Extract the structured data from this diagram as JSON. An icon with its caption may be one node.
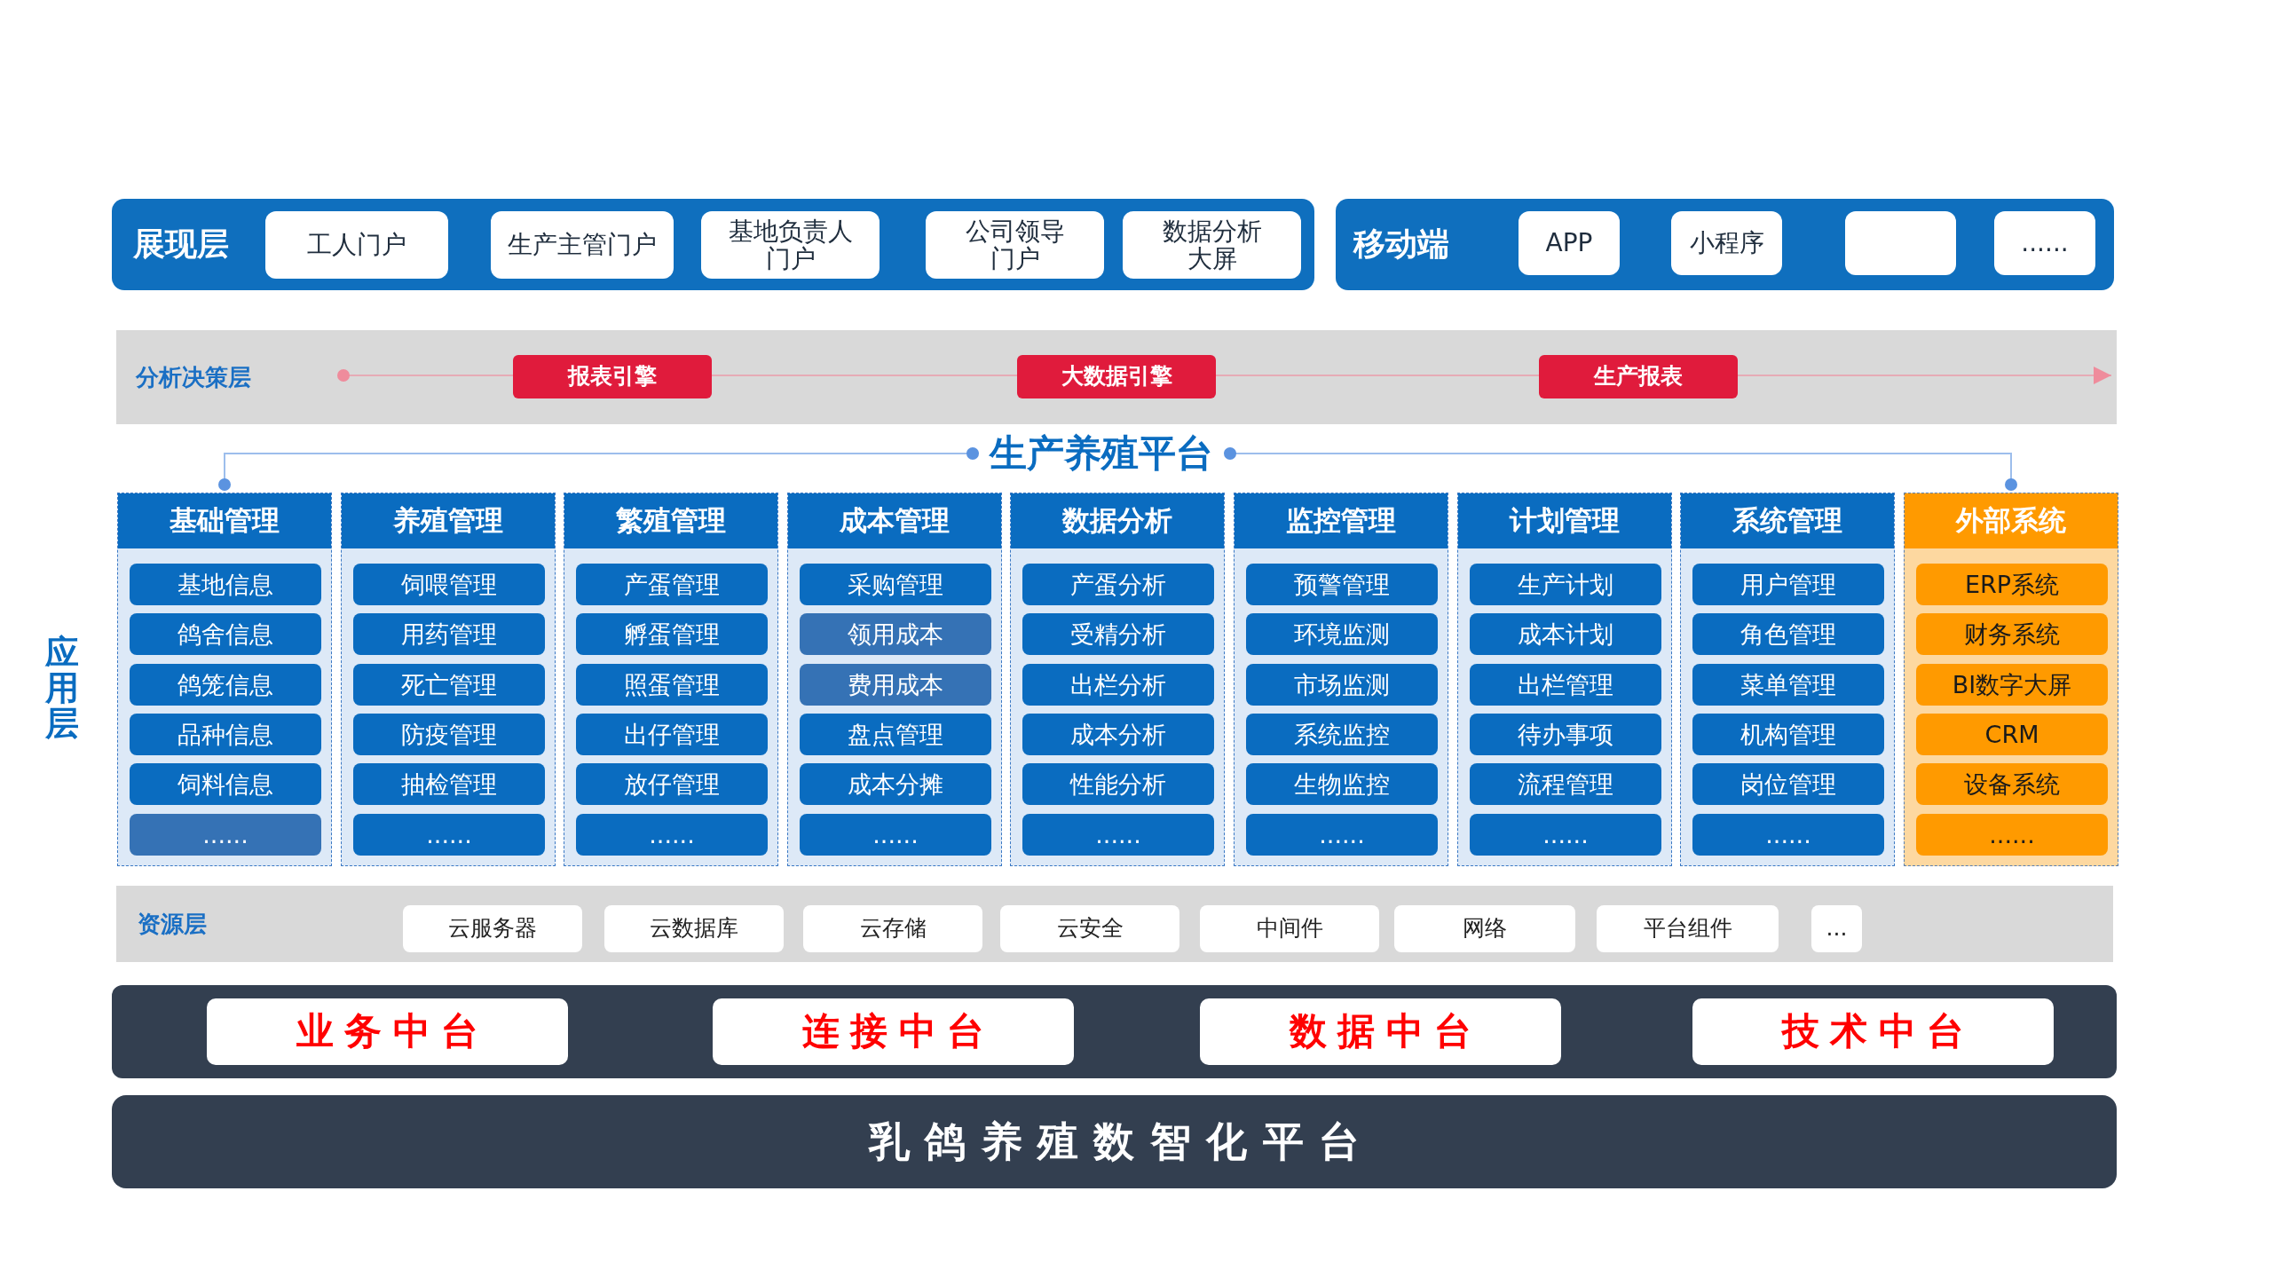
{
  "diagram": {
    "nodes": [
      {
        "text": [
          "展现层"
        ]
      },
      {
        "text": [
          "工人门户"
        ],
        "in": 0
      },
      {
        "text": [
          "生产主管门户"
        ],
        "in": 0
      },
      {
        "text": [
          "基地负责人门户"
        ],
        "in": 0
      },
      {
        "text": [
          "公司领导门户"
        ],
        "in": 0
      },
      {
        "text": [
          "数据分析大屏"
        ],
        "in": 0
      },
      {
        "text": [
          "移动端"
        ]
      },
      {
        "text": [
          "APP"
        ],
        "in": 6
      },
      {
        "text": [
          "小程序"
        ],
        "in": 6
      },
      {
        "text": [],
        "shape": "box",
        "in": 6
      },
      {
        "text": [
          "......"
        ],
        "in": 6
      },
      {
        "text": [
          "分析决策层"
        ]
      },
      {
        "text": [
          "报表引擎"
        ],
        "in": 11
      },
      {
        "text": [
          "大数据引擎"
        ],
        "in": 11
      },
      {
        "text": [
          "生产报表"
        ],
        "in": 11
      },
      {
        "text": [
          "生产养殖平台"
        ]
      },
      {
        "text": [
          "基础管理"
        ]
      },
      {
        "text": [
          "基地信息"
        ],
        "in": 16
      },
      {
        "text": [
          "鸽舍信息"
        ],
        "in": 16
      },
      {
        "text": [
          "鸽笼信息"
        ],
        "in": 16
      },
      {
        "text": [
          "品种信息"
        ],
        "in": 16
      },
      {
        "text": [
          "饲料信息"
        ],
        "in": 16
      },
      {
        "text": [
          "......"
        ],
        "in": 16
      },
      {
        "text": [
          "养殖管理"
        ]
      },
      {
        "text": [
          "饲喂管理"
        ],
        "in": 23
      },
      {
        "text": [
          "用药管理"
        ],
        "in": 23
      },
      {
        "text": [
          "死亡管理"
        ],
        "in": 23
      },
      {
        "text": [
          "防疫管理"
        ],
        "in": 23
      },
      {
        "text": [
          "抽检管理"
        ],
        "in": 23
      },
      {
        "text": [
          "......"
        ],
        "in": 23
      },
      {
        "text": [
          "繁殖管理"
        ]
      },
      {
        "text": [
          "产蛋管理"
        ],
        "in": 30
      },
      {
        "text": [
          "孵蛋管理"
        ],
        "in": 30
      },
      {
        "text": [
          "照蛋管理"
        ],
        "in": 30
      },
      {
        "text": [
          "出仔管理"
        ],
        "in": 30
      },
      {
        "text": [
          "放仔管理"
        ],
        "in": 30
      },
      {
        "text": [
          "......"
        ],
        "in": 30
      },
      {
        "text": [
          "成本管理"
        ]
      },
      {
        "text": [
          "采购管理"
        ],
        "in": 37
      },
      {
        "text": [
          "领用成本"
        ],
        "in": 37
      },
      {
        "text": [
          "费用成本"
        ],
        "in": 37
      },
      {
        "text": [
          "盘点管理"
        ],
        "in": 37
      },
      {
        "text": [
          "成本分摊"
        ],
        "in": 37
      },
      {
        "text": [
          "......"
        ],
        "in": 37
      },
      {
        "text": [
          "数据分析"
        ]
      },
      {
        "text": [
          "产蛋分析"
        ],
        "in": 44
      },
      {
        "text": [
          "受精分析"
        ],
        "in": 44
      },
      {
        "text": [
          "出栏分析"
        ],
        "in": 44
      },
      {
        "text": [
          "成本分析"
        ],
        "in": 44
      },
      {
        "text": [
          "性能分析"
        ],
        "in": 44
      },
      {
        "text": [
          "......"
        ],
        "in": 44
      },
      {
        "text": [
          "监控管理"
        ]
      },
      {
        "text": [
          "预警管理"
        ],
        "in": 51
      },
      {
        "text": [
          "环境监测"
        ],
        "in": 51
      },
      {
        "text": [
          "市场监测"
        ],
        "in": 51
      },
      {
        "text": [
          "系统监控"
        ],
        "in": 51
      },
      {
        "text": [
          "生物监控"
        ],
        "in": 51
      },
      {
        "text": [
          "......"
        ],
        "in": 51
      },
      {
        "text": [
          "计划管理"
        ]
      },
      {
        "text": [
          "生产计划"
        ],
        "in": 58
      },
      {
        "text": [
          "成本计划"
        ],
        "in": 58
      },
      {
        "text": [
          "出栏管理"
        ],
        "in": 58
      },
      {
        "text": [
          "待办事项"
        ],
        "in": 58
      },
      {
        "text": [
          "流程管理"
        ],
        "in": 58
      },
      {
        "text": [
          "......"
        ],
        "in": 58
      },
      {
        "text": [
          "系统管理"
        ]
      },
      {
        "text": [
          "用户管理"
        ],
        "in": 65
      },
      {
        "text": [
          "角色管理"
        ],
        "in": 65
      },
      {
        "text": [
          "菜单管理"
        ],
        "in": 65
      },
      {
        "text": [
          "机构管理"
        ],
        "in": 65
      },
      {
        "text": [
          "岗位管理"
        ],
        "in": 65
      },
      {
        "text": [
          "......"
        ],
        "in": 65
      },
      {
        "text": [
          "外部系统"
        ]
      },
      {
        "text": [
          "ERP系统"
        ],
        "in": 72
      },
      {
        "text": [
          "财务系统"
        ],
        "in": 72
      },
      {
        "text": [
          "BI数字大屏"
        ],
        "in": 72
      },
      {
        "text": [
          "CRM"
        ],
        "in": 72
      },
      {
        "text": [
          "设备系统"
        ],
        "in": 72
      },
      {
        "text": [
          "......"
        ],
        "in": 72
      },
      {
        "text": [
          "资源层"
        ]
      },
      {
        "text": [
          "云服务器"
        ],
        "in": 79
      },
      {
        "text": [
          "云数据库"
        ],
        "in": 79
      },
      {
        "text": [
          "云存储"
        ],
        "in": 79
      },
      {
        "text": [
          "云安全"
        ],
        "in": 79
      },
      {
        "text": [
          "中间件"
        ],
        "in": 79
      },
      {
        "text": [
          "网络"
        ],
        "in": 79
      },
      {
        "text": [
          "平台组件"
        ],
        "in": 79
      },
      {
        "text": [
          "..."
        ],
        "in": 79
      },
      {
        "text": [],
        "shape": "box"
      },
      {
        "text": [
          "业务中台"
        ],
        "in": 88
      },
      {
        "text": [
          "连接中台"
        ],
        "in": 88
      },
      {
        "text": [
          "数据中台"
        ],
        "in": 88
      },
      {
        "text": [
          "技术中台"
        ],
        "in": 88
      },
      {
        "text": [
          "乳鸽养殖数智化平台"
        ]
      }
    ],
    "edges": [
      {
        "from": null,
        "to": 12,
        "arrow": "other"
      },
      {
        "from": 12,
        "to": 13,
        "arrow": "none"
      },
      {
        "from": 13,
        "to": 14,
        "arrow": "none"
      },
      {
        "from": 14,
        "to": null,
        "arrow": "to"
      },
      {
        "from": 15,
        "to": 16,
        "arrow": "other",
        "color": "#5b93e0"
      },
      {
        "from": 15,
        "to": 72,
        "arrow": "other",
        "color": "#5b93e0"
      }
    ],
    "labels": [
      "应用层"
    ]
  }
}
